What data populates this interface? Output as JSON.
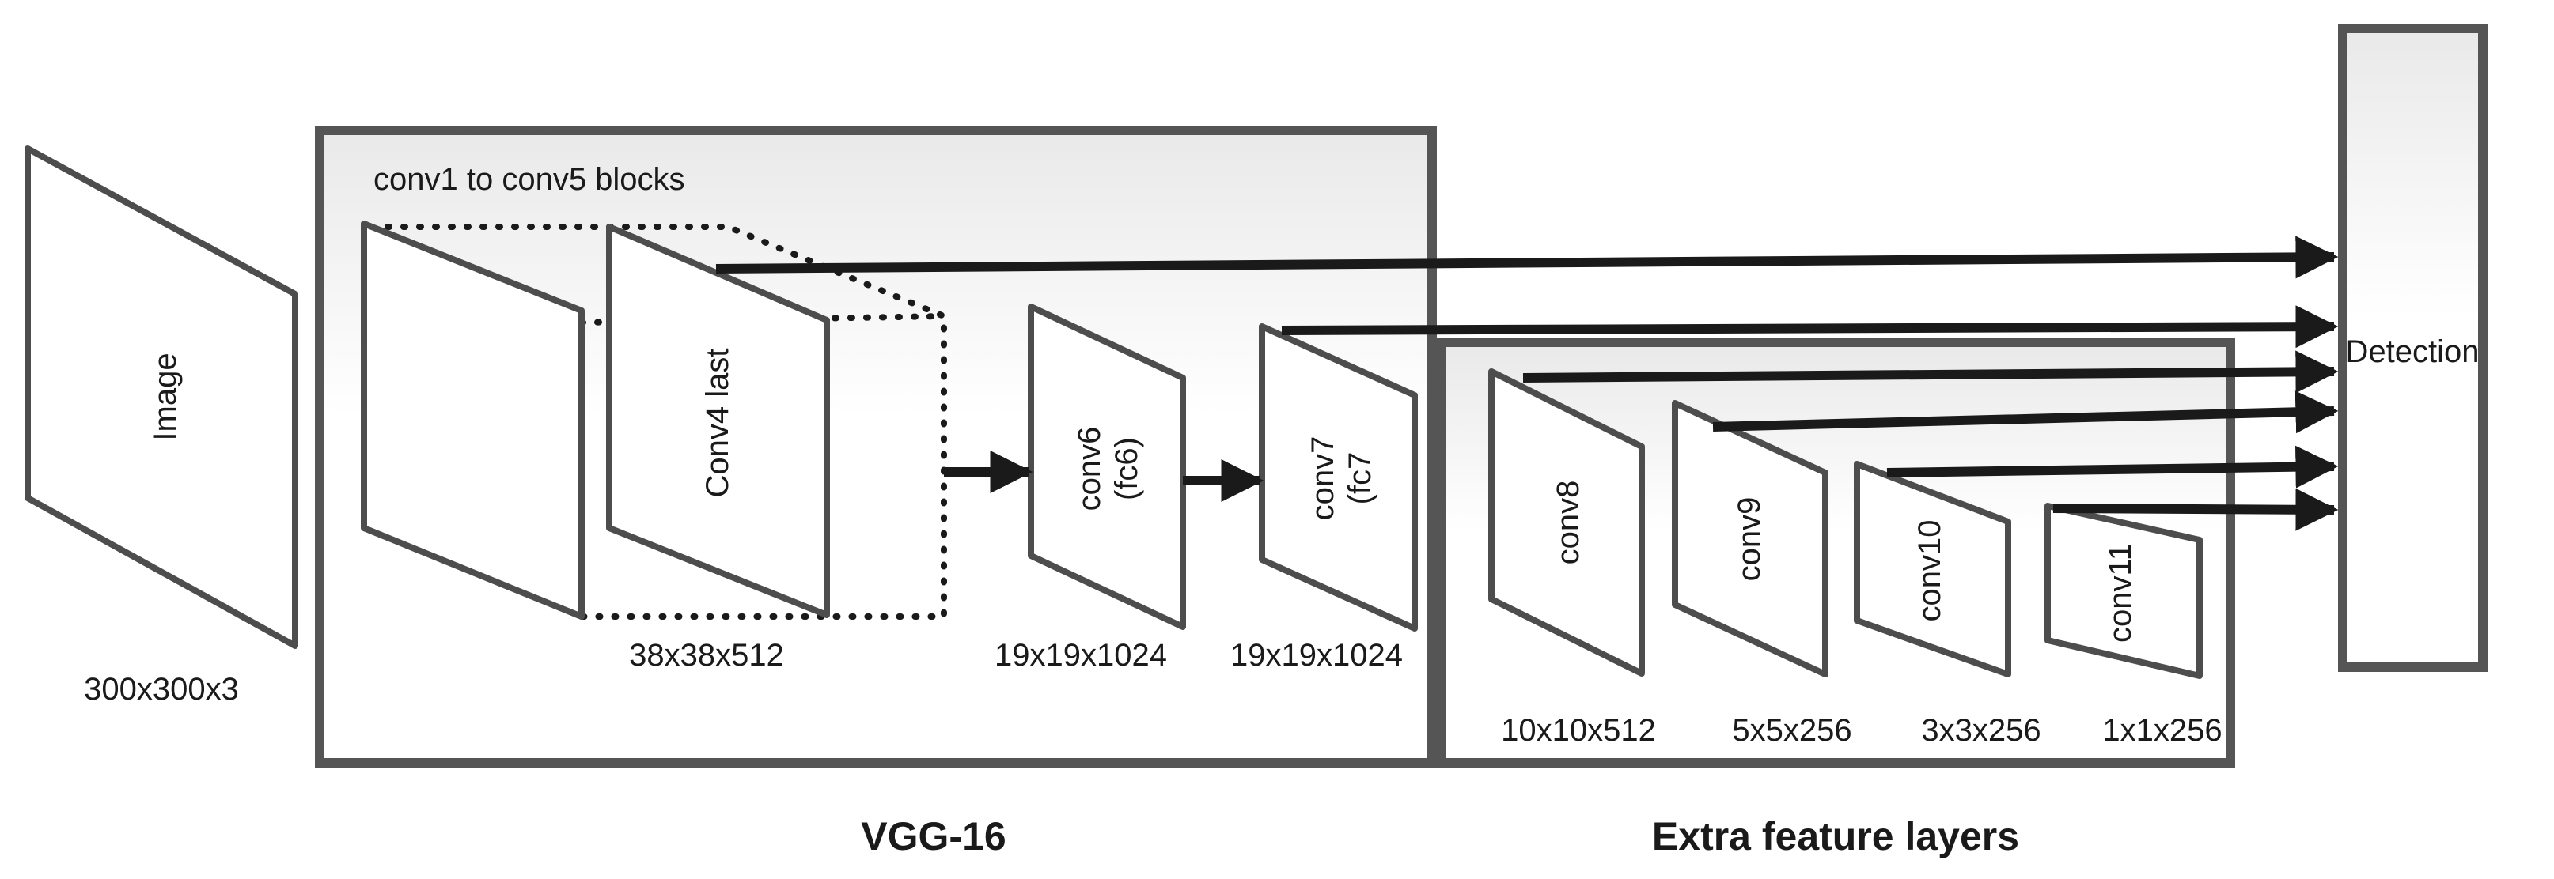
{
  "image_label": "Image",
  "input_dims": "300x300x3",
  "vgg": {
    "title": "VGG-16",
    "blocks_label": "conv1 to conv5 blocks",
    "conv4_label": "Conv4 last",
    "conv4_dims": "38x38x512",
    "conv6_line1": "conv6",
    "conv6_line2": "(fc6)",
    "conv6_dims": "19x19x1024",
    "conv7_line1": "conv7",
    "conv7_line2": "(fc7",
    "conv7_dims": "19x19x1024"
  },
  "extra": {
    "title": "Extra feature layers",
    "conv8_label": "conv8",
    "conv8_dims": "10x10x512",
    "conv9_label": "conv9",
    "conv9_dims": "5x5x256",
    "conv10_label": "conv10",
    "conv10_dims": "3x3x256",
    "conv11_label": "conv11",
    "conv11_dims": "1x1x256"
  },
  "detection_label": "Detection"
}
